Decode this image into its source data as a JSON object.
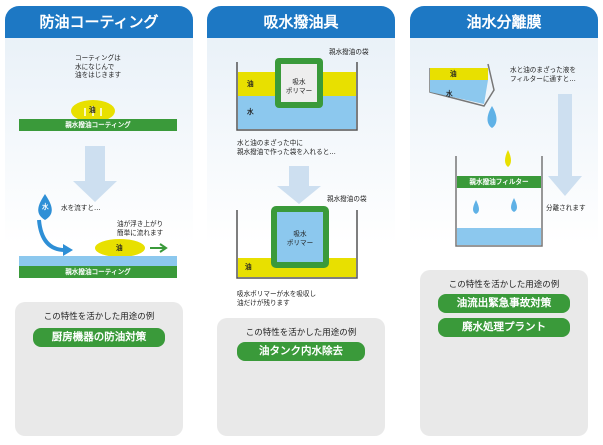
{
  "panel1": {
    "title": "防油コーティング",
    "note1": [
      "コーティングは",
      "水になじんで",
      "油をはじきます"
    ],
    "oil": "油",
    "coating": "親水撥油コーティング",
    "water": "水",
    "pour": "水を流すと…",
    "float": [
      "油が浮き上がり",
      "簡単に流れます"
    ],
    "usage_title": "この特性を活かした用途の例",
    "usage": "厨房機器の防油対策"
  },
  "panel2": {
    "title": "吸水撥油具",
    "bag_label": "親水撥油の袋",
    "oil": "油",
    "water": "水",
    "polymer": [
      "吸水",
      "ポリマー"
    ],
    "mid_text": [
      "水と油のまざった中に",
      "親水撥油で作った袋を入れると…"
    ],
    "bag_label2": "親水撥油の袋",
    "result": [
      "吸水ポリマーが水を吸収し",
      "油だけが残ります"
    ],
    "usage_title": "この特性を活かした用途の例",
    "usage": "油タンク内水除去"
  },
  "panel3": {
    "title": "油水分離膜",
    "oil": "油",
    "water": "水",
    "pour_text": [
      "水と油のまざった液を",
      "フィルターに通すと…"
    ],
    "filter": "親水撥油フィルター",
    "separated": "分離されます",
    "usage_title": "この特性を活かした用途の例",
    "usage1": "油流出緊急事故対策",
    "usage2": "廃水処理プラント"
  },
  "colors": {
    "header": "#1d78c4",
    "green": "#3a9a3a",
    "oil": "#e8e000",
    "water": "#8cc8ee"
  }
}
